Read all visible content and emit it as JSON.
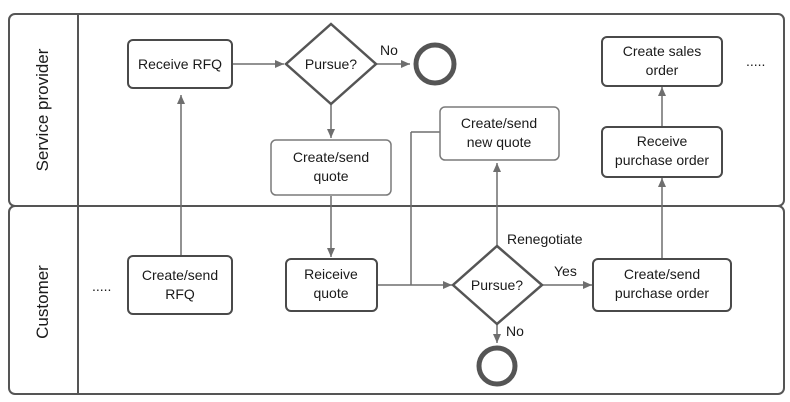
{
  "lanes": {
    "top": "Service provider",
    "bottom": "Customer"
  },
  "tasks": {
    "receive_rfq": [
      "Receive RFQ"
    ],
    "create_quote": [
      "Create/send",
      "quote"
    ],
    "create_new_quote": [
      "Create/send",
      "new quote"
    ],
    "create_sales_order": [
      "Create sales",
      "order"
    ],
    "receive_po": [
      "Receive",
      "purchase order"
    ],
    "create_rfq": [
      "Create/send",
      "RFQ"
    ],
    "receive_quote": [
      "Reiceive",
      "quote"
    ],
    "create_po": [
      "Create/send",
      "purchase order"
    ]
  },
  "gateways": {
    "provider": "Pursue?",
    "customer": "Pursue?"
  },
  "labels": {
    "no_top": "No",
    "renegotiate": "Renegotiate",
    "yes": "Yes",
    "no_bottom": "No",
    "ellipsis_top": ".....",
    "ellipsis_bottom": "....."
  },
  "colors": {
    "stroke": "#555555",
    "text": "#1a1a1a",
    "background": "#ffffff"
  }
}
